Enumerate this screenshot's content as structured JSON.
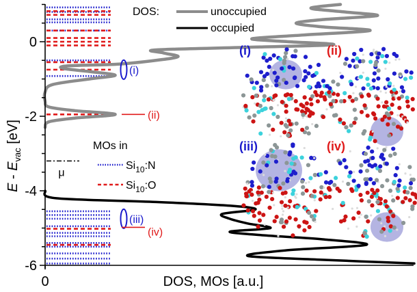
{
  "chart_data": {
    "type": "line",
    "title": "",
    "xlabel": "DOS, MOs [a.u.]",
    "ylabel": "E - E_vac [eV]",
    "ylabel_parts": {
      "main": "E",
      "dash": " - ",
      "sub_base": "E",
      "sub": "vac",
      "unit": " [eV]"
    },
    "ylim": [
      -6,
      1.0
    ],
    "xlim": [
      0,
      1
    ],
    "yticks": [
      0,
      -2,
      -4,
      -6
    ],
    "ytick_labels": [
      "0",
      "-2",
      "-4",
      "-6"
    ],
    "yminor_step": 0.5,
    "xticks": [
      0
    ],
    "xtick_labels": [
      "0"
    ],
    "grid": false,
    "legend": {
      "position": "top-center",
      "title": "DOS:",
      "entries": [
        {
          "label": "unoccupied",
          "color": "#8c8c8c",
          "style": "solid"
        },
        {
          "label": "occupied",
          "color": "#000000",
          "style": "solid"
        }
      ]
    },
    "mo_legend": {
      "title": "MOs in",
      "position": "center-left",
      "entries": [
        {
          "label_base": "Si",
          "label_sub": "10",
          "label_suffix": ":N",
          "color": "#1a1acc",
          "style": "dotted"
        },
        {
          "label_base": "Si",
          "label_sub": "10",
          "label_suffix": ":O",
          "color": "#e01a1a",
          "style": "dashed"
        }
      ]
    },
    "chemical_potential": {
      "label": "μ",
      "energy": -3.2,
      "style": "dash-dot"
    },
    "series": [
      {
        "name": "unoccupied",
        "color": "#8c8c8c",
        "points": [
          {
            "E": -2.3,
            "dos": 0.0
          },
          {
            "E": -2.15,
            "dos": 0.01
          },
          {
            "E": -2.05,
            "dos": 0.08
          },
          {
            "E": -1.95,
            "dos": 0.19
          },
          {
            "E": -1.85,
            "dos": 0.08
          },
          {
            "E": -1.75,
            "dos": 0.01
          },
          {
            "E": -1.6,
            "dos": 0.0
          },
          {
            "E": -1.35,
            "dos": 0.0
          },
          {
            "E": -1.15,
            "dos": 0.02
          },
          {
            "E": -1.0,
            "dos": 0.12
          },
          {
            "E": -0.9,
            "dos": 0.19
          },
          {
            "E": -0.8,
            "dos": 0.12
          },
          {
            "E": -0.72,
            "dos": 0.05
          },
          {
            "E": -0.65,
            "dos": 0.06
          },
          {
            "E": -0.6,
            "dos": 0.2
          },
          {
            "E": -0.5,
            "dos": 0.3
          },
          {
            "E": -0.4,
            "dos": 0.36
          },
          {
            "E": -0.3,
            "dos": 0.32
          },
          {
            "E": -0.22,
            "dos": 0.3
          },
          {
            "E": -0.15,
            "dos": 0.55
          },
          {
            "E": -0.08,
            "dos": 0.78
          },
          {
            "E": 0.0,
            "dos": 0.66
          },
          {
            "E": 0.08,
            "dos": 0.56
          },
          {
            "E": 0.18,
            "dos": 0.7
          },
          {
            "E": 0.3,
            "dos": 0.88
          },
          {
            "E": 0.4,
            "dos": 0.75
          },
          {
            "E": 0.5,
            "dos": 0.68
          },
          {
            "E": 0.6,
            "dos": 0.76
          },
          {
            "E": 0.7,
            "dos": 0.9
          },
          {
            "E": 0.8,
            "dos": 0.81
          },
          {
            "E": 0.9,
            "dos": 0.72
          },
          {
            "E": 1.0,
            "dos": 0.8
          }
        ]
      },
      {
        "name": "occupied",
        "color": "#000000",
        "points": [
          {
            "E": -4.0,
            "dos": 0.0
          },
          {
            "E": -4.2,
            "dos": 0.03
          },
          {
            "E": -4.3,
            "dos": 0.3
          },
          {
            "E": -4.4,
            "dos": 0.5
          },
          {
            "E": -4.5,
            "dos": 0.57
          },
          {
            "E": -4.62,
            "dos": 0.48
          },
          {
            "E": -4.75,
            "dos": 0.5
          },
          {
            "E": -4.88,
            "dos": 0.55
          },
          {
            "E": -5.0,
            "dos": 0.61
          },
          {
            "E": -5.1,
            "dos": 0.5
          },
          {
            "E": -5.2,
            "dos": 0.6
          },
          {
            "E": -5.3,
            "dos": 0.75
          },
          {
            "E": -5.45,
            "dos": 0.87
          },
          {
            "E": -5.6,
            "dos": 0.65
          },
          {
            "E": -5.75,
            "dos": 0.55
          },
          {
            "E": -5.85,
            "dos": 0.75
          },
          {
            "E": -5.95,
            "dos": 1.0
          }
        ]
      }
    ],
    "mo_levels": {
      "Si10:N": [
        -5.95,
        -5.82,
        -5.68,
        -5.5,
        -5.4,
        -5.22,
        -5.13,
        -4.95,
        -4.75,
        -4.65,
        -4.55,
        -0.92,
        -0.5,
        0.3,
        0.52,
        0.6,
        0.8,
        0.92
      ],
      "Si10:O": [
        -5.45,
        -5.02,
        -1.95,
        -0.75,
        -0.55,
        -0.1,
        0.0,
        0.1,
        0.3,
        0.72,
        0.82
      ]
    },
    "annotations": [
      {
        "label": "(i)",
        "energy": -0.75,
        "color": "#1a1acc",
        "marker": "ellipse"
      },
      {
        "label": "(ii)",
        "energy": -1.95,
        "color": "#e01a1a",
        "marker": "line"
      },
      {
        "label": "(iii)",
        "energy": -4.75,
        "color": "#1a1acc",
        "marker": "ellipse"
      },
      {
        "label": "(iv)",
        "energy": -4.98,
        "color": "#e01a1a",
        "marker": "line"
      }
    ],
    "inset_panels": [
      {
        "label": "(i)",
        "color": "#1a1acc",
        "orbital_location": "top"
      },
      {
        "label": "(ii)",
        "color": "#e01a1a",
        "orbital_location": "bottom"
      },
      {
        "label": "(iii)",
        "color": "#1a1acc",
        "orbital_location": "top"
      },
      {
        "label": "(iv)",
        "color": "#e01a1a",
        "orbital_location": "bottom"
      }
    ]
  },
  "colors": {
    "unoccupied": "#8c8c8c",
    "occupied": "#000000",
    "n_levels": "#1a1acc",
    "o_levels": "#e01a1a",
    "isosurface": "#8c8cd2",
    "atom_n": "#1e1ecc",
    "atom_o": "#cc1414",
    "atom_si": "#3cd2dc",
    "atom_c": "#8c9696",
    "atom_h": "#dcdcdc"
  }
}
